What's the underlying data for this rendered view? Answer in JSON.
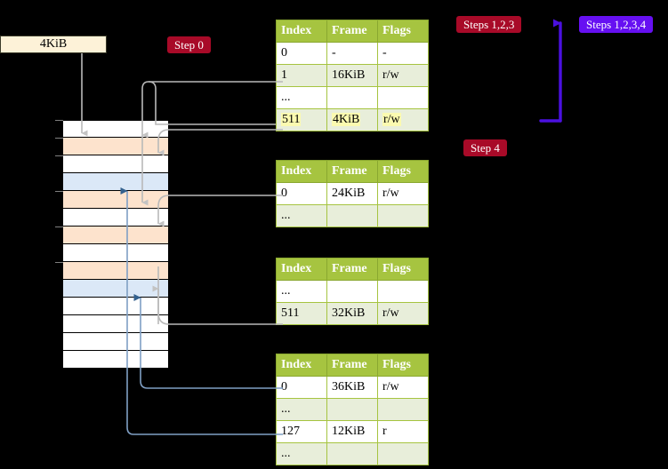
{
  "legend": {
    "size_box_label": "4KiB"
  },
  "badges": {
    "step0": "Step 0",
    "steps123": "Steps 1,2,3",
    "steps1234": "Steps 1,2,3,4",
    "step4": "Step 4"
  },
  "colors": {
    "badge_red": "#a80a28",
    "badge_purple": "#6610f2",
    "table_header_green": "#a6c440",
    "table_row_alt": "#e8eeda",
    "highlight_yellow": "#fbfab0",
    "legend_box": "#fdf2d8",
    "mem_orange": "#fde3cd",
    "mem_blue": "#dbe8f7",
    "wire_gray": "#b5b5b5",
    "wire_blue": "#7f9fc4",
    "arrow_purple": "#6610f2"
  },
  "tables": [
    {
      "id": "ptable1",
      "columns": [
        "Index",
        "Frame",
        "Flags"
      ],
      "rows": [
        {
          "index": "0",
          "frame": "-",
          "flags": "-",
          "highlight": false
        },
        {
          "index": "1",
          "frame": "16KiB",
          "flags": "r/w",
          "highlight": false
        },
        {
          "index": "...",
          "frame": "",
          "flags": "",
          "highlight": false
        },
        {
          "index": "511",
          "frame": "4KiB",
          "flags": "r/w",
          "highlight": true
        }
      ]
    },
    {
      "id": "ptable2",
      "columns": [
        "Index",
        "Frame",
        "Flags"
      ],
      "rows": [
        {
          "index": "0",
          "frame": "24KiB",
          "flags": "r/w",
          "highlight": false
        },
        {
          "index": "...",
          "frame": "",
          "flags": "",
          "highlight": false
        }
      ]
    },
    {
      "id": "ptable3",
      "columns": [
        "Index",
        "Frame",
        "Flags"
      ],
      "rows": [
        {
          "index": "...",
          "frame": "",
          "flags": "",
          "highlight": false
        },
        {
          "index": "511",
          "frame": "32KiB",
          "flags": "r/w",
          "highlight": false
        }
      ]
    },
    {
      "id": "ptable4",
      "columns": [
        "Index",
        "Frame",
        "Flags"
      ],
      "rows": [
        {
          "index": "0",
          "frame": "36KiB",
          "flags": "r/w",
          "highlight": false
        },
        {
          "index": "...",
          "frame": "",
          "flags": "",
          "highlight": false
        },
        {
          "index": "127",
          "frame": "12KiB",
          "flags": "r",
          "highlight": false
        },
        {
          "index": "...",
          "frame": "",
          "flags": "",
          "highlight": false
        }
      ]
    }
  ],
  "memory_column": {
    "rows": [
      {
        "fill": "white",
        "tick": true
      },
      {
        "fill": "orange",
        "tick": true
      },
      {
        "fill": "white",
        "tick": true
      },
      {
        "fill": "blue",
        "tick": false
      },
      {
        "fill": "orange",
        "tick": true
      },
      {
        "fill": "white",
        "tick": false
      },
      {
        "fill": "orange",
        "tick": true
      },
      {
        "fill": "white",
        "tick": false
      },
      {
        "fill": "orange",
        "tick": true
      },
      {
        "fill": "blue",
        "tick": false
      },
      {
        "fill": "white",
        "tick": false
      },
      {
        "fill": "white",
        "tick": false
      },
      {
        "fill": "white",
        "tick": false
      },
      {
        "fill": "white",
        "tick": false
      }
    ]
  }
}
